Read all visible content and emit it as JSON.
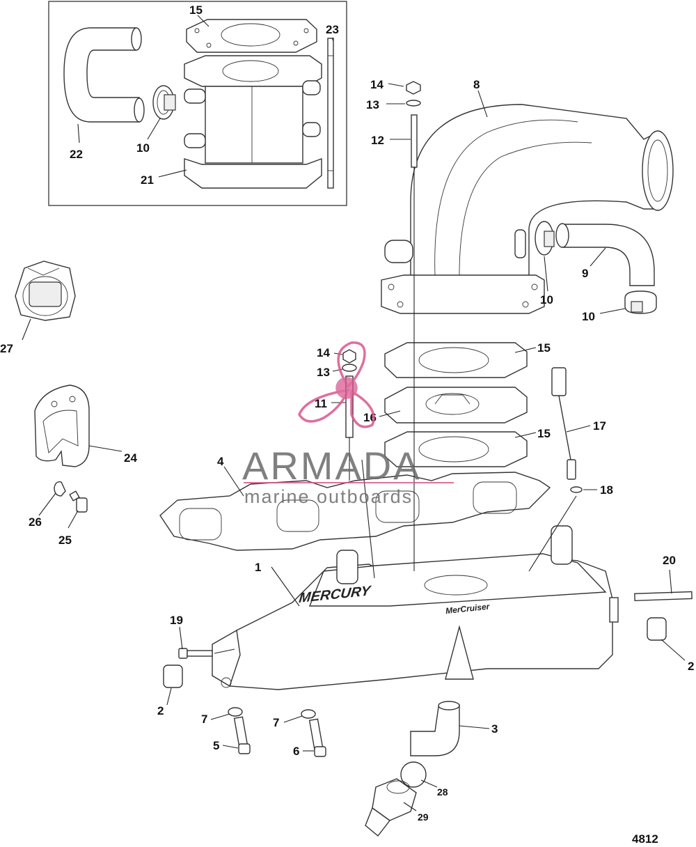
{
  "diagram_id": "4812",
  "watermark": {
    "brand": "ARMADA",
    "tagline": "marine outboards",
    "accent_color": "#d9568f",
    "text_color": "#6b6b6b"
  },
  "logo_text": {
    "line1": "MERCURY",
    "line2": "MerCruiser"
  },
  "callouts": [
    {
      "id": "c1",
      "label": "1"
    },
    {
      "id": "c2a",
      "label": "2"
    },
    {
      "id": "c2b",
      "label": "2"
    },
    {
      "id": "c3",
      "label": "3"
    },
    {
      "id": "c4",
      "label": "4"
    },
    {
      "id": "c5",
      "label": "5"
    },
    {
      "id": "c6",
      "label": "6"
    },
    {
      "id": "c7a",
      "label": "7"
    },
    {
      "id": "c7b",
      "label": "7"
    },
    {
      "id": "c8",
      "label": "8"
    },
    {
      "id": "c9",
      "label": "9"
    },
    {
      "id": "c10a",
      "label": "10"
    },
    {
      "id": "c10b",
      "label": "10"
    },
    {
      "id": "c10c",
      "label": "10"
    },
    {
      "id": "c11",
      "label": "11"
    },
    {
      "id": "c12",
      "label": "12"
    },
    {
      "id": "c13a",
      "label": "13"
    },
    {
      "id": "c13b",
      "label": "13"
    },
    {
      "id": "c14a",
      "label": "14"
    },
    {
      "id": "c14b",
      "label": "14"
    },
    {
      "id": "c15a",
      "label": "15"
    },
    {
      "id": "c15b",
      "label": "15"
    },
    {
      "id": "c15c",
      "label": "15"
    },
    {
      "id": "c16",
      "label": "16"
    },
    {
      "id": "c17",
      "label": "17"
    },
    {
      "id": "c18",
      "label": "18"
    },
    {
      "id": "c19",
      "label": "19"
    },
    {
      "id": "c20",
      "label": "20"
    },
    {
      "id": "c21",
      "label": "21"
    },
    {
      "id": "c22",
      "label": "22"
    },
    {
      "id": "c23",
      "label": "23"
    },
    {
      "id": "c24",
      "label": "24"
    },
    {
      "id": "c25",
      "label": "25"
    },
    {
      "id": "c26",
      "label": "26"
    },
    {
      "id": "c27",
      "label": "27"
    },
    {
      "id": "c28",
      "label": "28"
    },
    {
      "id": "c29",
      "label": "29"
    }
  ]
}
